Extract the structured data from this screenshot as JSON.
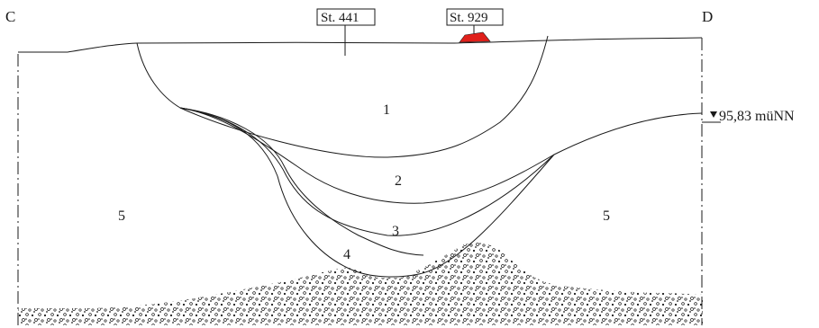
{
  "corners": {
    "left": "C",
    "right": "D"
  },
  "stations": [
    {
      "label": "St. 441"
    },
    {
      "label": "St. 929"
    }
  ],
  "elevation": {
    "label": "95,83 müNN"
  },
  "layers": [
    {
      "label": "1"
    },
    {
      "label": "2"
    },
    {
      "label": "3"
    },
    {
      "label": "4"
    },
    {
      "label": "5"
    },
    {
      "label": "5"
    }
  ],
  "colors": {
    "line": "#1a1a1a",
    "feature": "#e0201b",
    "background": "#ffffff"
  }
}
